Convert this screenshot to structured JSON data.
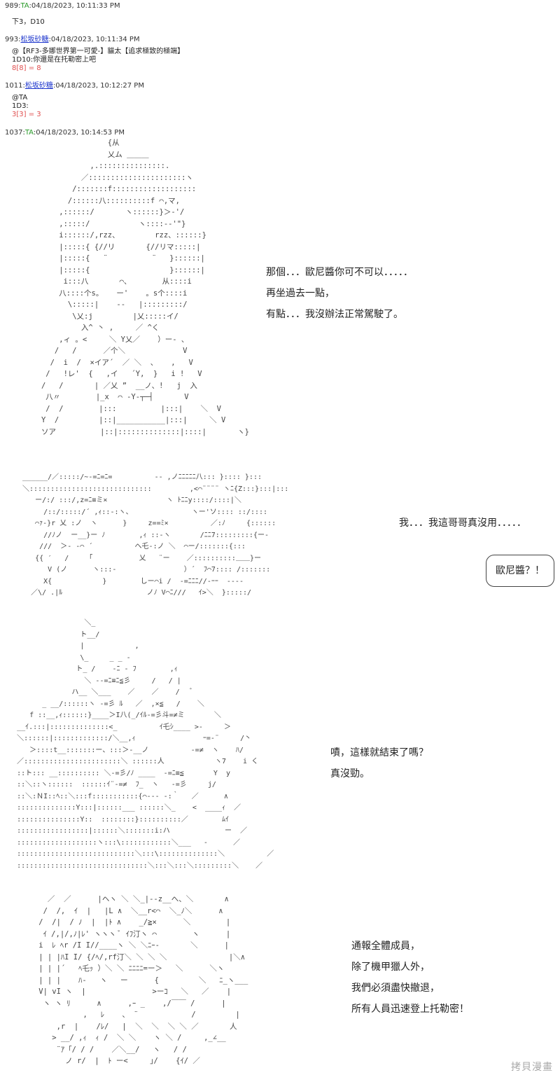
{
  "posts": [
    {
      "num": "989",
      "sep": ":",
      "author": "TA",
      "author_type": "plain",
      "time": ":04/18/2023, 10:11:33 PM",
      "lines": [
        "下3，D10"
      ]
    },
    {
      "num": "993",
      "sep": ":",
      "author": "松坂砂糖",
      "author_type": "link",
      "time": ":04/18/2023, 10:11:34 PM",
      "lines": [
        "@【RF3-多娜世界第一可愛-】貓太【追求極致的極端】",
        "1D10:你還是在托勒密上吧"
      ],
      "dice": "8[8] = 8"
    },
    {
      "num": "1011",
      "sep": ":",
      "author": "松坂砂糖",
      "author_type": "link",
      "time": ":04/18/2023, 10:12:27 PM",
      "lines": [
        "@TA",
        "1D3:"
      ],
      "dice": "3[3] = 3"
    },
    {
      "num": "1037",
      "sep": ":",
      "author": "TA",
      "author_type": "plain",
      "time": ":04/18/2023, 10:14:53 PM"
    }
  ],
  "aa": {
    "block1": "                  {从\n                  乂ム ＿＿＿\n              ,.:::::::::::::::.\n            ／::::::::::::::::::::::ヽ\n          /:::::::f:::::::::::::::::::\n         /::::::八::::::::::f ⌒,マ,\n       ,::::::/       ヽ::::::}＞-'/\n       ,:::::/           ヽ::::-‐'\"}\n       i::::::/,rzz、        rzz、::::::}\n       |:::::{ {//リ       {//リマ:::::|\n       |:::::{   ¨          ¨   }::::::|\n       |:::::{                  }::::::|\n        i:::八       ⌒、       从::::i\n       八::::个s。   ー'    。s个::::i\n         \\:::::|    -‐   |:::::::::/\n          \\乂:j         |乂:::::イ/\n            入^ 丶 ,     ／ ^く\n       ,ィ 。<     ＼ Y乂／    ）ー- 、\n      /   /      ／个＼             V\n     /  i  /  ×イア´  ／ ＼  、   ,   V\n    /   !レ'  {   ,イ   ´Y,  }   i !   V\n   /   /       | ／乂 ”  __ノ、!   j  入\n    八〃        |_x  ⌒ ‐Y‐┬─┤       V\n    /  /        |:::          |:::|    ＼  V\n   Y  /         |::|___________|:::|     ＼ V\n   ソア          |::|::::::::::::::|::::|       ヽ}",
    "block2": "  ______/／:::::/~-=ﾆ=ﾆ=          -- ,ノﾆﾆﾆﾆﾆ八::: }:::: }:::\n  ＼:::::::::::::::::::::::::::::         ,<⌒¨¨¨¨ ヽﾆ{Z:::}:::|:::\n     ー/:/ :::/,z=ﾆ≡ミ×              ヽ ﾄﾆﾆy::::/::::|＼\n       /::/:::::/´ ,ｨ::-:ヽ、              ヽー'ソ:::: ::/::::\n     ⌒ｧ-}r 乂 :ノ  ヽ      }     z==ﾐ×          ／:ﾉ     {::::::\n       //ﾉノ  ー__}ー ﾉ        ,ｨ ::-ヽ       /ﾆﾆ7:::::::::{ー-\n      ///  ＞‐ ‐⌒ ´          へ乇-:ノ ＼  ⌒ー/:::::::{:::\n     {{ ′   /    「           乂   ¨ー    ／::::::::::＿＿}ー\n        V (ノ      ヽ:::-                ）´  ﾌ⌒7:::: /:::::::\n       X{            }        しー⌒i /  -=ﾆﾆﾆ//-ｰｰ  ----\n    ／\\/ .|ﾙ                    ノﾉ V⌒ﾆ///   ｲ>＼  }:::::/",
    "block3": "                    ＼_\n                   ト__/\n                   |            ,\n                   \\_     _ _ ‐\n                  ト_ /    -ﾆ ‐ ﾌ        ,ｨ\n                    ＼ --=ﾆ≡ﾆ≦彡     /   / |\n                 ハ__ ＼___    ／    ／    /   ﾞ\n          _ __/::::::ヽ -=彡 ﾙ   ／  ,×≦   /    ＼\n       f ::__,ｨ::::::}____＞I八(_/ｲﾙ-=彡斗=≠ミ       ＼\n    __ｲ.:::|::::::::::::::<_          ｲ乇ｼ____ >-     ＞\n    ＼::::::|:::::::::::::/＼__,ｨ                ｰ=‐¨     /丶\n       ＞::::t__:::::::ー、:::＞-__ノ          -=≠  ヽ    ﾊ/\n    ／:::::::::::::::::::::::＼ ::::::人            ヽ7    i く\n    ::ト::: __:::::::::: ＼-=彡/ﾉ ____  -=ﾆ≡≦       Y  y\n    ::＼::ヽ::::::  ::::::ｲ¨-=≠  ﾌ_  ヽ   -=彡     j/\n    ::＼:ＮI::ﾍ::＼:::f:::::::::::{⌒‐-- -:｀   ／      ∧\n    ::::::::::::::Y:::|::::::___ ::::::＼_    <  ____ｨ  ／\n    :::::::::::::::Y::  ::::::::}::::::::::／        ﾑｲ\n    :::::::::::::::::|::::::＼:::::::i:ハ             ー  ／\n    :::::::::::::::::::ヽ:::\\::::::::::::＼___   -      ／\n    ::::::::::::::::::::::::::::＼:::\\::::::::::::::＼          ／\n    :::::::::::::::::::::::::::::::＼:::＼:::＼:::::::::＼    ／",
    "block4": "      ／  ／      |ヘヽ ＼ ＼_|‐-z__へ、＼       ∧\n     /  /,  ｲ  |   |L ∧  ＼__r<⌒  ＼_ﾉ＼      ∧\n    /  /|  / ﾉ  |  |ﾄ ∧    _/≧×      ＼        |\n     ｲ /,|/,ﾉ|ﾚ' ヽヽヽ ﾞ ｲﾌ汀ヽ ⌒        ヽ      |\n    i  ﾚ ﾍr /I I//____ヽ ＼ ＼ﾆｰ-       ＼      |\n    | | |ﾊI I/ {/ﾍ/,rf汀＼ ＼ ＼ ＼              |＼∧\n    | | |´   ﾍ乇ｯ ）＼ ＼ ﾆﾆﾆﾆ=ー＞   ＼      ＼ヽ\n    | | |    ﾊ-   ヽ   ー      {         ＼   ﾆ_ヽ___\n    V| vI ヽ  |               >ーｺ   ＼   ／    |\n     ヽ ヽ ﾘ      ∧      ,ｰ _    ,/￣￣ /      |\n              ,   ﾚ    、 ¨            /         |\n        ,r  |    /ﾚ/   |  ＼  ＼  ＼ ＼ ／       人\n       > __/ ,ｨ  ｨ /  ＼ ＼    ヽ ＼ /     ,_∠__\n        ¨ｱ「/ / /    ／＼__/   ヽ   / /\n          ノ r/  |  ﾄ ー<     ｣/    {ｲ/ ／"
  },
  "dialogue": {
    "d1": [
      "那個．．．歐尼醬你可不可以．．．．．",
      "再坐過去一點，",
      "有點．．．我沒辦法正常駕駛了。"
    ],
    "d2": [
      "我．．．我這哥哥真沒用．．．．．"
    ],
    "bubble": "歐尼醬？！",
    "d3": [
      "嘖，這樣就結束了嗎？",
      "真沒勁。"
    ],
    "d4": [
      "通報全體成員，",
      "除了機甲獵人外，",
      "我們必須盡快撤退，",
      "所有人員迅速登上托勒密！"
    ]
  },
  "watermark": "拷貝漫畫",
  "colors": {
    "author_plain": "#2a9a2a",
    "author_link": "#1a33cc",
    "dice": "#e05050"
  }
}
